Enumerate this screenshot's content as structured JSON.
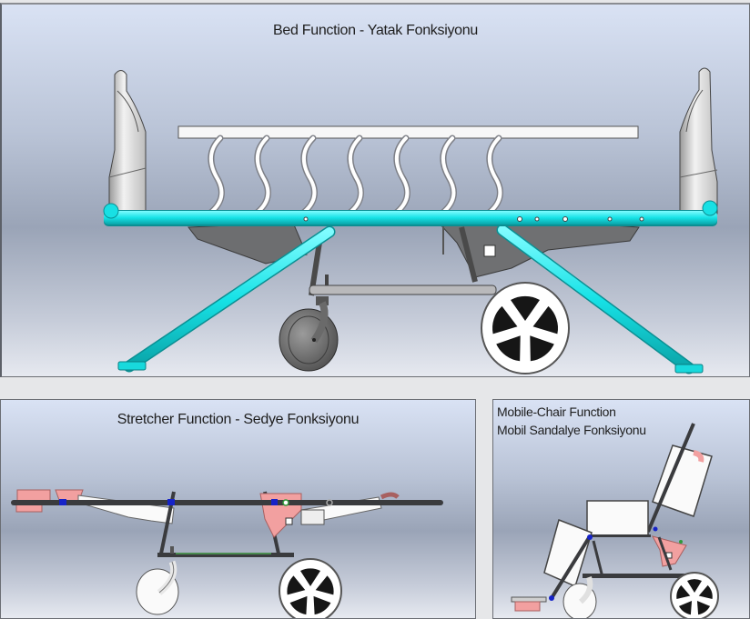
{
  "panels": {
    "bed": {
      "title": "Bed Function - Yatak Fonksiyonu"
    },
    "stretcher": {
      "title": "Stretcher Function - Sedye Fonksiyonu"
    },
    "chair": {
      "title_line1": "Mobile-Chair Function",
      "title_line2": "Mobil Sandalye Fonksiyonu"
    }
  },
  "colors": {
    "frame_cyan": "#19e6e8",
    "deck_red": "#e8141b",
    "bracket_pink": "#f2a0a0",
    "rail_white": "#f4f4f4",
    "tube_dark": "#3a3b3e",
    "joint_blue": "#1623c8",
    "joint_green": "#2f9a3a",
    "page_bg": "#e6e7e9"
  }
}
